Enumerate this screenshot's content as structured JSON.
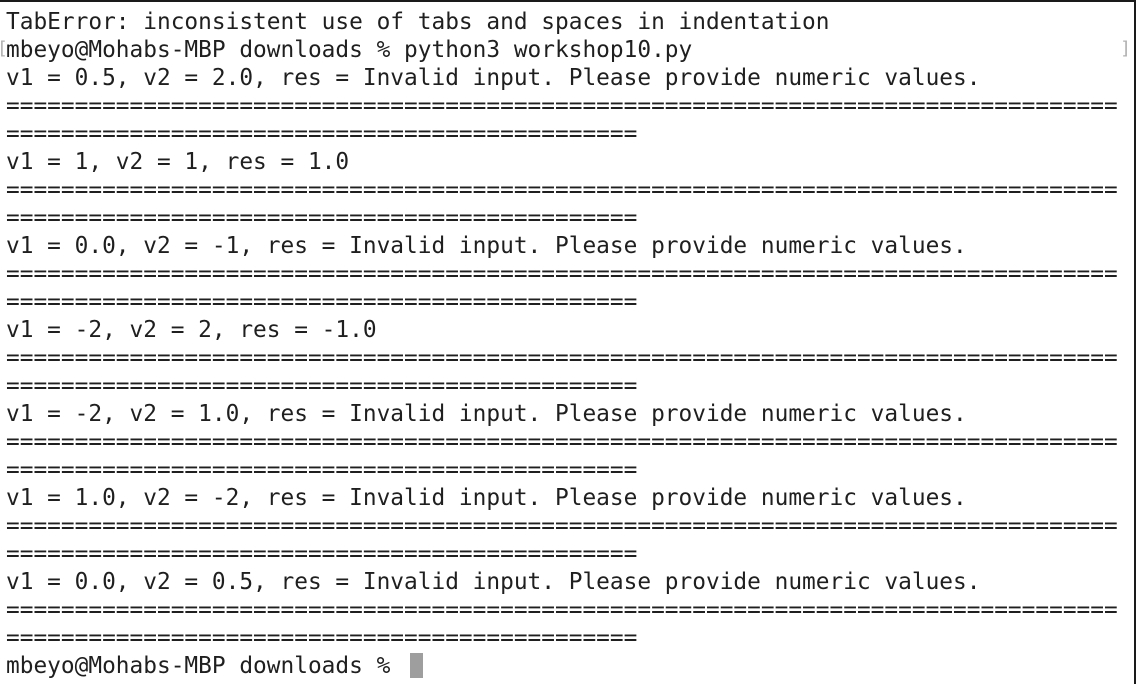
{
  "terminal": {
    "lines": {
      "l0": "TabError: inconsistent use of tabs and spaces in indentation",
      "l1": "mbeyo@Mohabs-MBP downloads % python3 workshop10.py",
      "l2": "v1 = 0.5, v2 = 2.0, res = Invalid input. Please provide numeric values.",
      "l3": "===============================================================================================================================",
      "l4": "v1 = 1, v2 = 1, res = 1.0",
      "l5": "===============================================================================================================================",
      "l6": "v1 = 0.0, v2 = -1, res = Invalid input. Please provide numeric values.",
      "l7": "===============================================================================================================================",
      "l8": "v1 = -2, v2 = 2, res = -1.0",
      "l9": "===============================================================================================================================",
      "l10": "v1 = -2, v2 = 1.0, res = Invalid input. Please provide numeric values.",
      "l11": "===============================================================================================================================",
      "l12": "v1 = 1.0, v2 = -2, res = Invalid input. Please provide numeric values.",
      "l13": "===============================================================================================================================",
      "l14": "v1 = 0.0, v2 = 0.5, res = Invalid input. Please provide numeric values.",
      "l15": "===============================================================================================================================",
      "prompt": "mbeyo@Mohabs-MBP downloads % "
    },
    "mark_left": "[",
    "mark_right": "]",
    "colors": {
      "background": "#ffffff",
      "text": "#1f1f1f",
      "cursor": "#9e9e9e"
    }
  }
}
